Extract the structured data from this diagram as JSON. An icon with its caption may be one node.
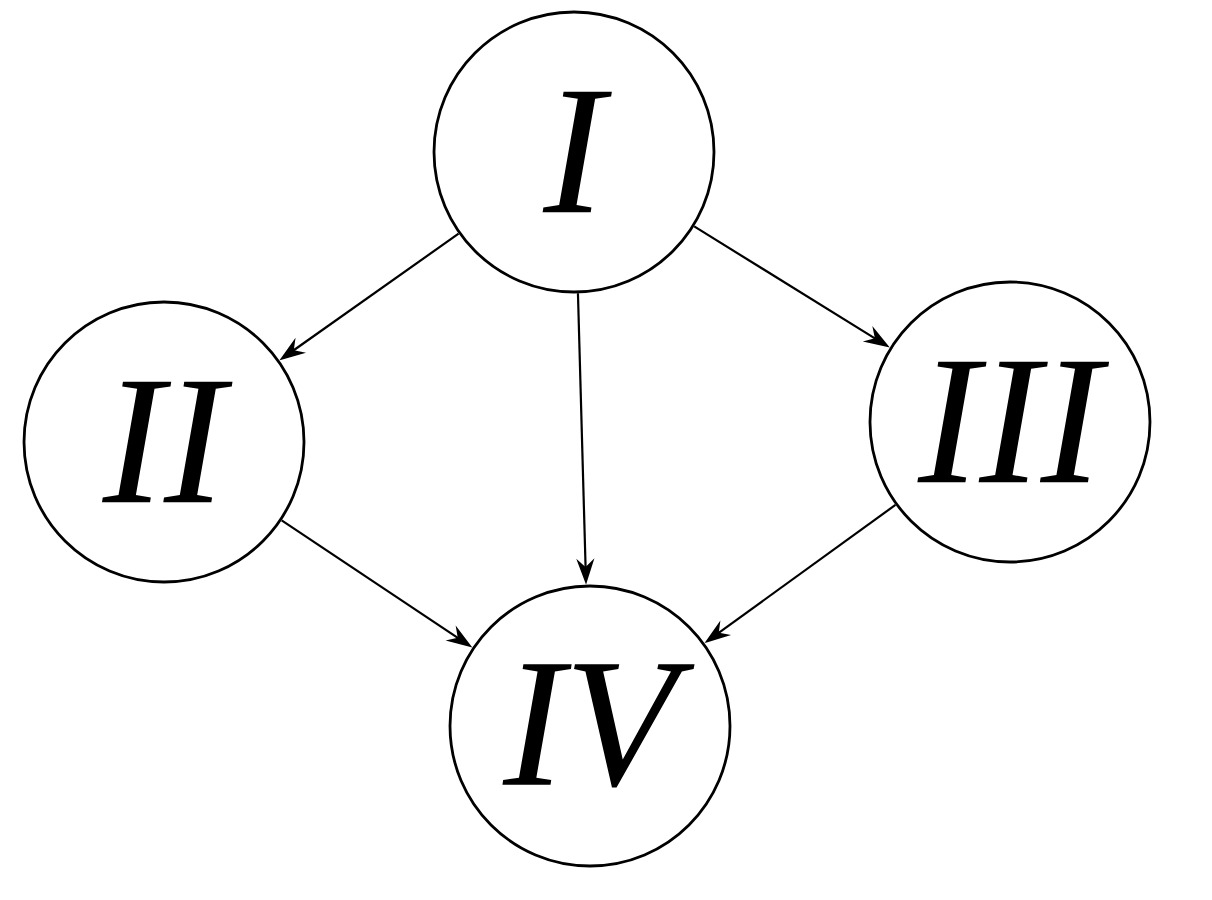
{
  "diagram": {
    "nodes": [
      {
        "text": [
          "I"
        ]
      },
      {
        "text": [
          "II"
        ]
      },
      {
        "text": [
          "III"
        ]
      },
      {
        "text": [
          "IV"
        ]
      }
    ],
    "edges": [
      {
        "from": 0,
        "to": 1,
        "arrow": "to"
      },
      {
        "from": 0,
        "to": 3,
        "arrow": "to"
      },
      {
        "from": 0,
        "to": 2,
        "arrow": "to"
      },
      {
        "from": 1,
        "to": 3,
        "arrow": "to"
      },
      {
        "from": 2,
        "to": 3,
        "arrow": "to"
      }
    ]
  }
}
